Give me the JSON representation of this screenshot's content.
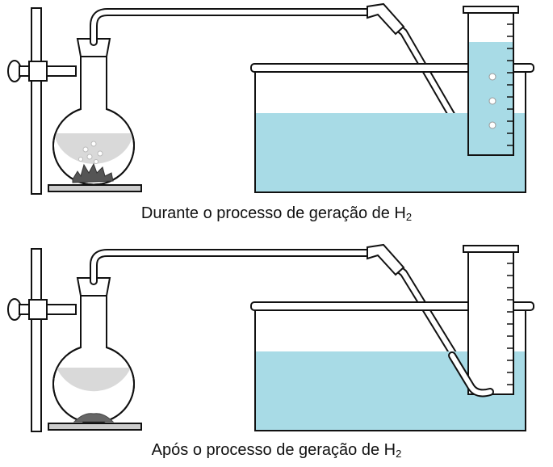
{
  "panels": [
    {
      "caption_text": "Durante o processo de geração de H",
      "caption_sub": "2",
      "stage": "during",
      "bubbles_visible": true,
      "flask_liquid_color": "#d9d9d9",
      "solid_color": "#555555"
    },
    {
      "caption_text": "Após o processo de geração de H",
      "caption_sub": "2",
      "stage": "after",
      "bubbles_visible": false,
      "flask_liquid_color": "#d9d9d9",
      "solid_color": "#666666"
    }
  ],
  "colors": {
    "water": "#a8dbe6",
    "tube_fill": "#ffffff",
    "outline": "#111111",
    "base_plate": "#cccccc"
  }
}
